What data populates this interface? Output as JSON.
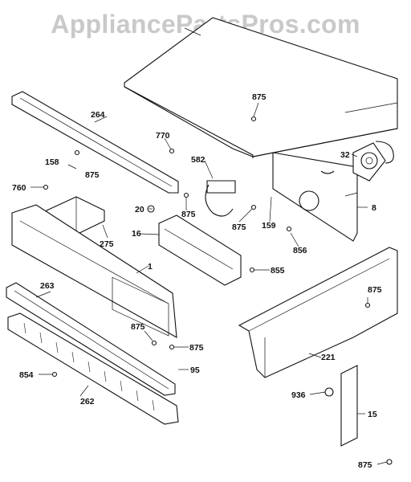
{
  "watermark": "AppliancePartsPros.com",
  "parts": [
    {
      "key": "p875a",
      "text": "875"
    },
    {
      "key": "p264",
      "text": "264"
    },
    {
      "key": "p770",
      "text": "770"
    },
    {
      "key": "p32",
      "text": "32"
    },
    {
      "key": "p158",
      "text": "158"
    },
    {
      "key": "p875b",
      "text": "875"
    },
    {
      "key": "p582",
      "text": "582"
    },
    {
      "key": "p760",
      "text": "760"
    },
    {
      "key": "p20",
      "text": "20"
    },
    {
      "key": "p875c",
      "text": "875"
    },
    {
      "key": "p8",
      "text": "8"
    },
    {
      "key": "p875d",
      "text": "875"
    },
    {
      "key": "p159",
      "text": "159"
    },
    {
      "key": "p275",
      "text": "275"
    },
    {
      "key": "p16",
      "text": "16"
    },
    {
      "key": "p856",
      "text": "856"
    },
    {
      "key": "p1",
      "text": "1"
    },
    {
      "key": "p855",
      "text": "855"
    },
    {
      "key": "p263",
      "text": "263"
    },
    {
      "key": "p875e",
      "text": "875"
    },
    {
      "key": "p875f",
      "text": "875"
    },
    {
      "key": "p875g",
      "text": "875"
    },
    {
      "key": "p221",
      "text": "221"
    },
    {
      "key": "p95",
      "text": "95"
    },
    {
      "key": "p854",
      "text": "854"
    },
    {
      "key": "p936",
      "text": "936"
    },
    {
      "key": "p262",
      "text": "262"
    },
    {
      "key": "p15",
      "text": "15"
    },
    {
      "key": "p875h",
      "text": "875"
    }
  ]
}
